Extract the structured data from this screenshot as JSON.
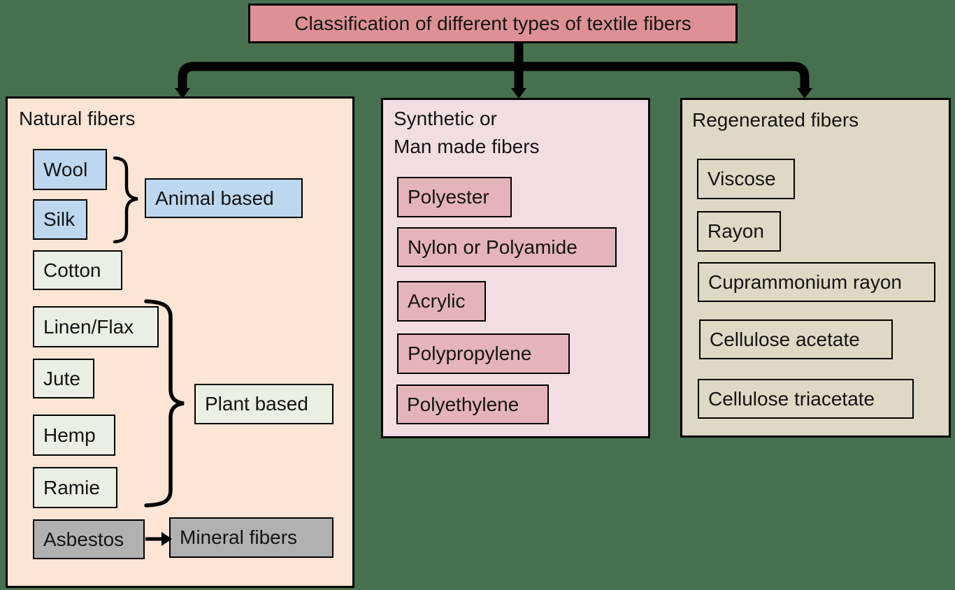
{
  "title": "Classification of different types of textile fibers",
  "colors": {
    "canvas_bg": "#47714E",
    "title_fill": "#DE9194",
    "natural_fill": "#FCE5D5",
    "blue_fill": "#BDD7EE",
    "plant_fill": "#EAEEE3",
    "gray_fill": "#B1B1B1",
    "synthetic_fill": "#F2DEE2",
    "synthetic_box_fill": "#E5B4BA",
    "regenerated_fill": "#DDD9C4",
    "line_color": "#000000"
  },
  "natural": {
    "header": "Natural fibers",
    "wool": "Wool",
    "silk": "Silk",
    "animal_based": "Animal based",
    "cotton": "Cotton",
    "linen_flax": "Linen/Flax",
    "jute": "Jute",
    "plant_based": "Plant based",
    "hemp": "Hemp",
    "ramie": "Ramie",
    "asbestos": "Asbestos",
    "mineral_fibers": "Mineral fibers"
  },
  "synthetic": {
    "header_line1": "Synthetic or",
    "header_line2": "Man made fibers",
    "polyester": "Polyester",
    "nylon": "Nylon or Polyamide",
    "acrylic": "Acrylic",
    "polypropylene": "Polypropylene",
    "polyethylene": "Polyethylene"
  },
  "regenerated": {
    "header": "Regenerated fibers",
    "viscose": "Viscose",
    "rayon": "Rayon",
    "cuprammonium": "Cuprammonium rayon",
    "cellulose_acetate": "Cellulose acetate",
    "cellulose_triacetate": "Cellulose triacetate"
  }
}
